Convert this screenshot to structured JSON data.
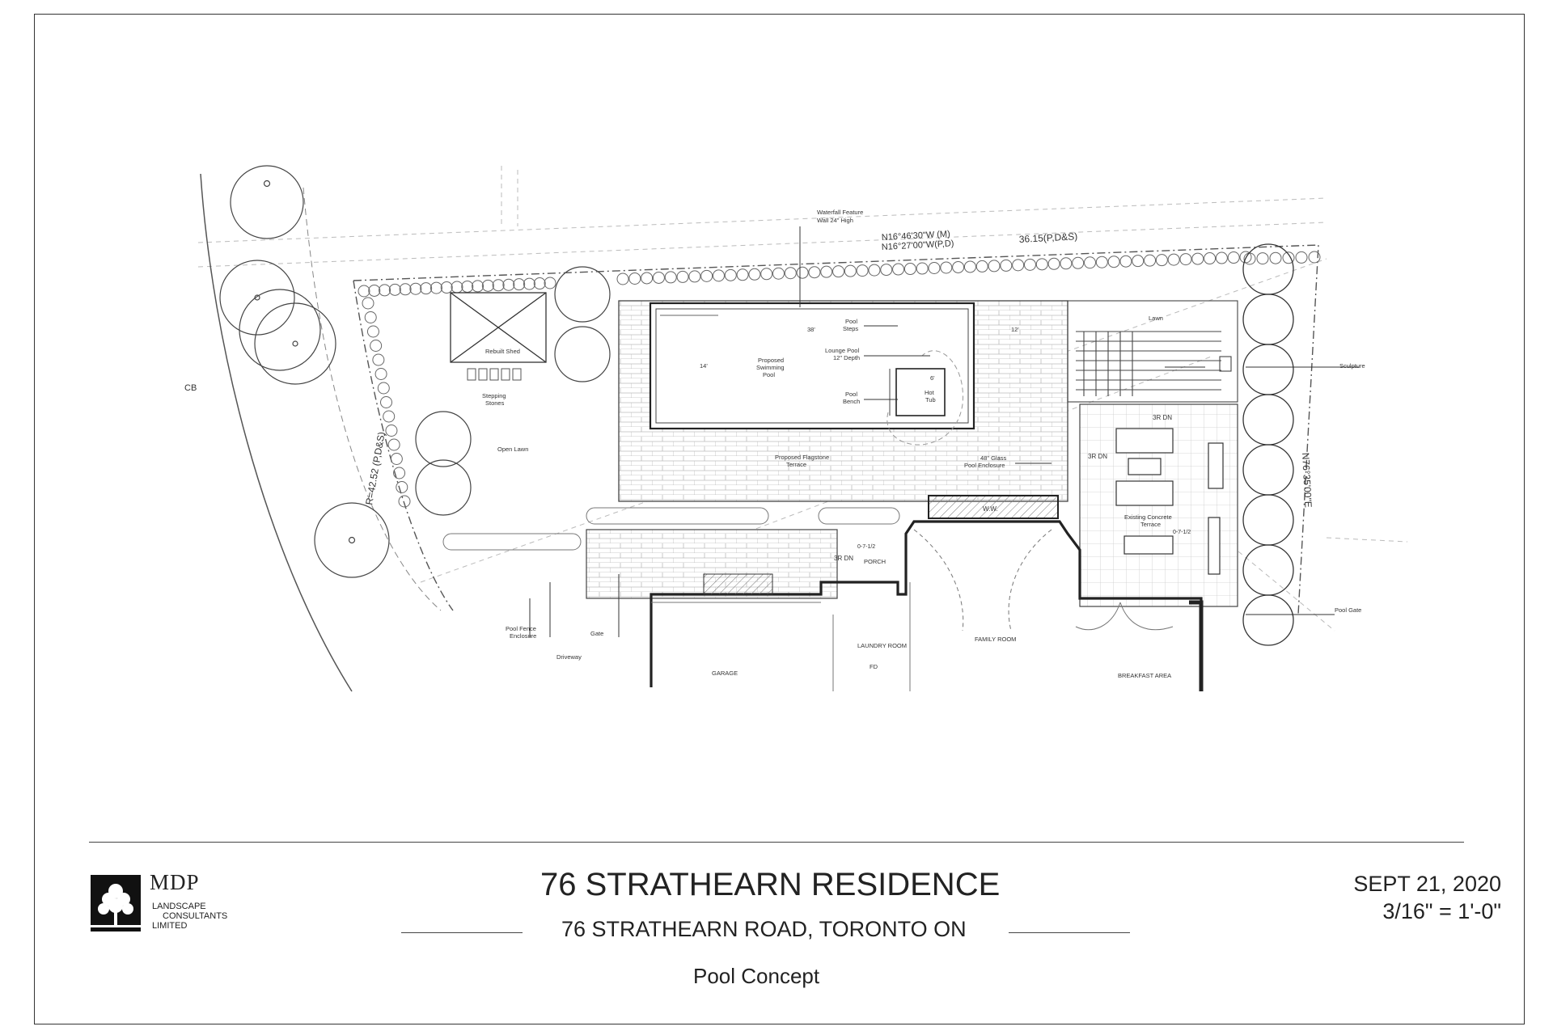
{
  "plan_labels": {
    "waterfall_feature": "Waterfall Feature",
    "waterfall_wall": "Wall 24\" High",
    "bearing_m": "N16°46'30\"W (M)",
    "bearing_pd": "N16°27'00\"W(P,D)",
    "distance_top": "36.15(P,D&S)",
    "rebuilt_shed": "Rebuilt Shed",
    "stepping_1": "Stepping",
    "stepping_2": "Stones",
    "open_lawn": "Open Lawn",
    "proposed_pool_1": "Proposed",
    "proposed_pool_2": "Swimming",
    "proposed_pool_3": "Pool",
    "dim_38": "38'",
    "dim_12": "12'",
    "dim_14": "14'",
    "dim_6": "6'",
    "pool_steps_1": "Pool",
    "pool_steps_2": "Steps",
    "lounge_pool_1": "Lounge Pool",
    "lounge_pool_2": "12\" Depth",
    "pool_bench_1": "Pool",
    "pool_bench_2": "Bench",
    "hot_tub_1": "Hot",
    "hot_tub_2": "Tub",
    "flagstone_1": "Proposed Flagstone",
    "flagstone_2": "Terrace",
    "glass_1": "48\" Glass",
    "glass_2": "Pool Enclosure",
    "lawn": "Lawn",
    "sculpture": "Sculpture",
    "three_r_dn": "3R DN",
    "existing_terrace_1": "Existing Concrete",
    "existing_terrace_2": "Terrace",
    "ww": "W.W.",
    "porch": "PORCH",
    "garage": "GARAGE",
    "laundry_room": "LAUNDRY ROOM",
    "fd": "FD",
    "family_room": "FAMILY ROOM",
    "breakfast_area": "BREAKFAST AREA",
    "pool_gate": "Pool Gate",
    "pool_fence_1": "Pool Fence",
    "pool_fence_2": "Enclosure",
    "gate": "Gate",
    "driveway": "Driveway",
    "radius": "R=42.52 (P,D&S)",
    "bearing_right": "N76°35'00\"E",
    "cb": "CB",
    "elev_1": "0-7-1/2",
    "elev_2": "0-7-1/2"
  },
  "title_block": {
    "logo_name": "MDP",
    "logo_line1": "LANDSCAPE",
    "logo_line2": "CONSULTANTS",
    "logo_line3": "LIMITED",
    "project": "76 STRATHEARN RESIDENCE",
    "address": "76 STRATHEARN ROAD, TORONTO ON",
    "drawing": "Pool Concept",
    "date": "SEPT 21, 2020",
    "scale": "3/16\" = 1'-0\""
  }
}
